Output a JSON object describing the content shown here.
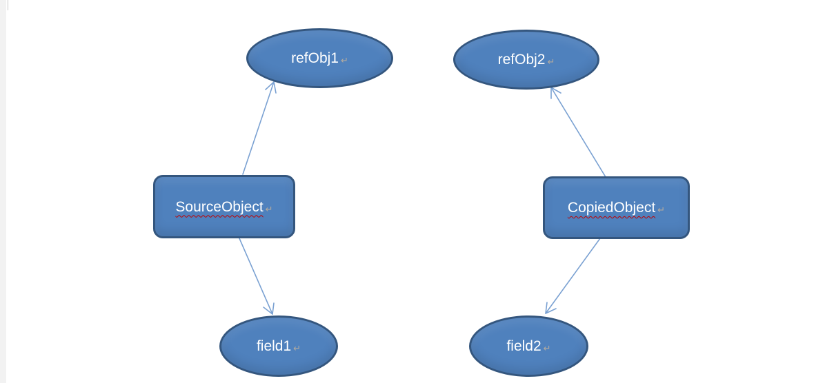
{
  "diagram": {
    "nodes": [
      {
        "id": "refObj1",
        "label": "refObj1",
        "shape": "ellipse"
      },
      {
        "id": "refObj2",
        "label": "refObj2",
        "shape": "ellipse"
      },
      {
        "id": "SourceObject",
        "label": "SourceObject",
        "shape": "rounded-rect",
        "spellcheck_underline": true
      },
      {
        "id": "CopiedObject",
        "label": "CopiedObject",
        "shape": "rounded-rect",
        "spellcheck_underline": true
      },
      {
        "id": "field1",
        "label": "field1",
        "shape": "ellipse"
      },
      {
        "id": "field2",
        "label": "field2",
        "shape": "ellipse"
      }
    ],
    "edges": [
      {
        "from": "SourceObject",
        "to": "refObj1"
      },
      {
        "from": "SourceObject",
        "to": "field1"
      },
      {
        "from": "CopiedObject",
        "to": "refObj2"
      },
      {
        "from": "CopiedObject",
        "to": "field2"
      }
    ],
    "line_break_mark": "↵",
    "colors": {
      "shape_fill": "#4f81bd",
      "shape_border": "#34567e",
      "arrow": "#7aa1d2",
      "squiggle": "#c00000",
      "page_margin": "#f2f2f2"
    }
  }
}
